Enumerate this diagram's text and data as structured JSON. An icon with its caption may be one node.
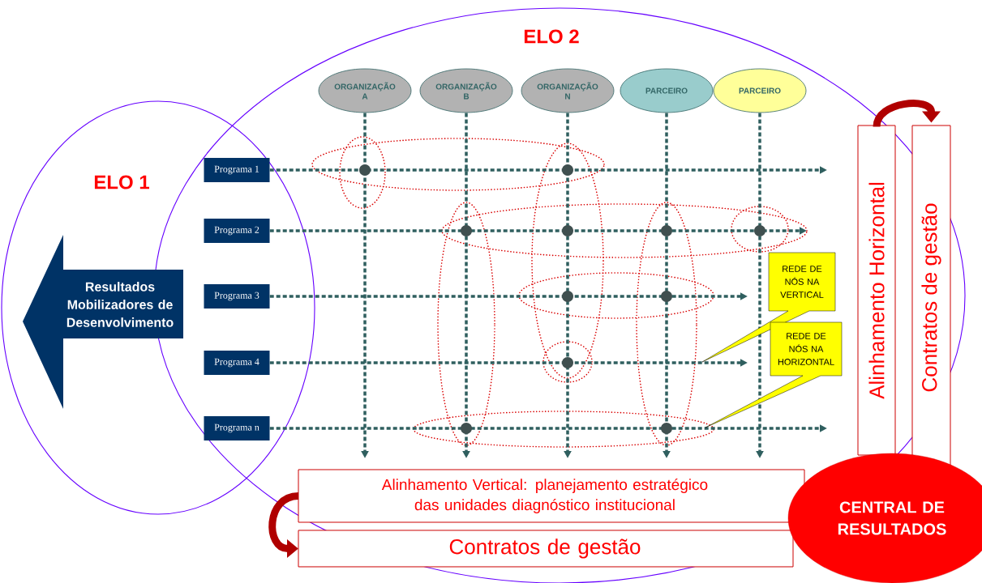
{
  "diagram": {
    "nodes": [
      {
        "text": [
          "ORGANIZAÇÃO A"
        ]
      },
      {
        "text": [
          "ORGANIZAÇÃO B"
        ]
      },
      {
        "text": [
          "ORGANIZAÇÃO N"
        ]
      },
      {
        "text": [
          "PARCEIRO"
        ]
      },
      {
        "text": [
          "PARCEIRO"
        ]
      },
      {
        "text": [
          "Programa 1"
        ]
      },
      {
        "text": [
          "Programa 2"
        ]
      },
      {
        "text": [
          "Programa 3"
        ]
      },
      {
        "text": [
          "Programa 4"
        ]
      },
      {
        "text": [
          "Programa n"
        ]
      },
      {
        "text": [
          "Resultados Mobilizadores de Desenvolvimento"
        ]
      },
      {
        "text": [
          "REDE DE NÓS NA VERTICAL"
        ]
      },
      {
        "text": [
          "REDE DE NÓS NA HORIZONTAL"
        ]
      },
      {
        "text": [
          "Alinhamento Horizontal"
        ]
      },
      {
        "text": [
          "Contratos de gestão"
        ]
      },
      {
        "text": [
          "Alinhamento Vertical: planejamento estratégico das unidades diagnóstico institucional"
        ]
      },
      {
        "text": [
          "Contratos de gestão"
        ]
      },
      {
        "text": [
          "CENTRAL DE RESULTADOS"
        ]
      }
    ],
    "edges": [
      {
        "from": 5,
        "to": null,
        "arrow": "to",
        "style": "dashed"
      },
      {
        "from": 6,
        "to": null,
        "arrow": "to",
        "style": "dashed"
      },
      {
        "from": 7,
        "to": null,
        "arrow": "to",
        "style": "dashed"
      },
      {
        "from": 8,
        "to": null,
        "arrow": "to",
        "style": "dashed"
      },
      {
        "from": 9,
        "to": null,
        "arrow": "to",
        "style": "dashed"
      },
      {
        "from": 0,
        "to": null,
        "arrow": "to",
        "style": "dashed"
      },
      {
        "from": 1,
        "to": null,
        "arrow": "to",
        "style": "dashed"
      },
      {
        "from": 2,
        "to": null,
        "arrow": "to",
        "style": "dashed"
      },
      {
        "from": 3,
        "to": null,
        "arrow": "to",
        "style": "dashed"
      },
      {
        "from": 4,
        "to": null,
        "arrow": "to",
        "style": "dashed"
      },
      {
        "from": 13,
        "to": 14,
        "arrow": "to",
        "style": "thick",
        "color": "#b00000"
      },
      {
        "from": 15,
        "to": 16,
        "arrow": "to",
        "style": "thick",
        "color": "#b00000"
      }
    ],
    "labels": [
      "ELO 2",
      "ELO 1"
    ]
  }
}
